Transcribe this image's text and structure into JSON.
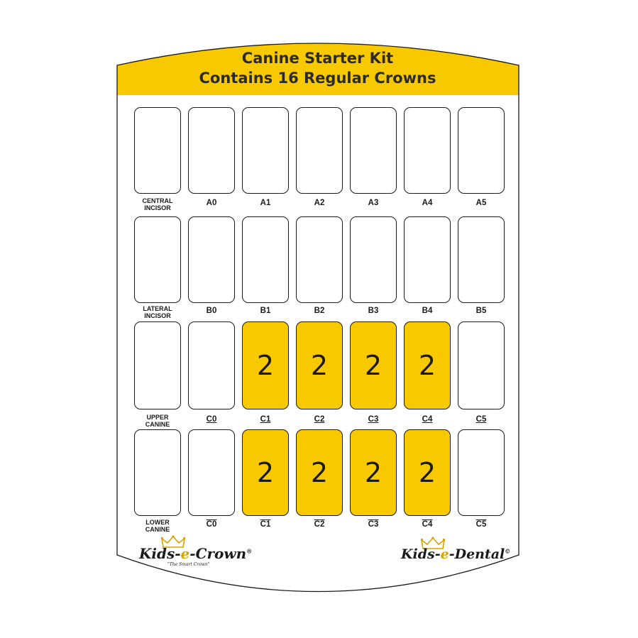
{
  "header": {
    "title_line1": "Canine Starter Kit",
    "title_line2": "Contains 16 Regular Crowns"
  },
  "colors": {
    "accent": "#f9c900",
    "outline": "#1a1a1a",
    "background": "#ffffff"
  },
  "rows": [
    {
      "name": "CENTRAL INCISOR",
      "name_line1": "CENTRAL",
      "name_line2": "INCISOR",
      "cells": [
        {
          "label": "A0",
          "qty": ""
        },
        {
          "label": "A1",
          "qty": ""
        },
        {
          "label": "A2",
          "qty": ""
        },
        {
          "label": "A3",
          "qty": ""
        },
        {
          "label": "A4",
          "qty": ""
        },
        {
          "label": "A5",
          "qty": ""
        }
      ]
    },
    {
      "name": "LATERAL INCISOR",
      "name_line1": "LATERAL",
      "name_line2": "INCISOR",
      "cells": [
        {
          "label": "B0",
          "qty": ""
        },
        {
          "label": "B1",
          "qty": ""
        },
        {
          "label": "B2",
          "qty": ""
        },
        {
          "label": "B3",
          "qty": ""
        },
        {
          "label": "B4",
          "qty": ""
        },
        {
          "label": "B5",
          "qty": ""
        }
      ]
    },
    {
      "name": "UPPER CANINE",
      "name_line1": "UPPER",
      "name_line2": "CANINE",
      "label_mark": "underline",
      "cells": [
        {
          "label": "C0",
          "qty": ""
        },
        {
          "label": "C1",
          "qty": "2"
        },
        {
          "label": "C2",
          "qty": "2"
        },
        {
          "label": "C3",
          "qty": "2"
        },
        {
          "label": "C4",
          "qty": "2"
        },
        {
          "label": "C5",
          "qty": ""
        }
      ]
    },
    {
      "name": "LOWER CANINE",
      "name_line1": "LOWER",
      "name_line2": "CANINE",
      "label_mark": "overline",
      "cells": [
        {
          "label": "C0",
          "qty": ""
        },
        {
          "label": "C1",
          "qty": "2"
        },
        {
          "label": "C2",
          "qty": "2"
        },
        {
          "label": "C3",
          "qty": "2"
        },
        {
          "label": "C4",
          "qty": "2"
        },
        {
          "label": "C5",
          "qty": ""
        }
      ]
    }
  ],
  "logos": {
    "left": {
      "prefix": "Kids-",
      "e": "e",
      "suffix": "-Crown",
      "mark": "®",
      "tagline": "\"The Smart Crown\"",
      "icon": "crown-icon"
    },
    "right": {
      "prefix": "Kids-",
      "e": "e",
      "suffix": "-Dental",
      "mark": "©",
      "icon": "crown-icon"
    }
  }
}
